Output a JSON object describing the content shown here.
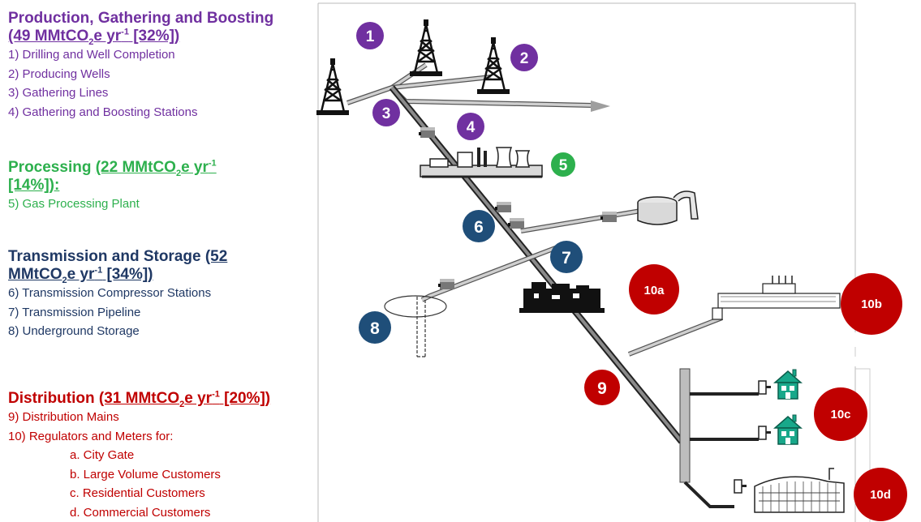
{
  "legend": {
    "production": {
      "title": "Production, Gathering and Boosting",
      "emissions": {
        "a": "(49 MMtCO",
        "sub": "2",
        "b": "e  yr",
        "sup": "-1",
        "c": " [32%])"
      },
      "items": [
        "1)  Drilling and Well Completion",
        "2)  Producing Wells",
        "3)   Gathering Lines",
        "4)   Gathering and Boosting Stations"
      ]
    },
    "processing": {
      "title": "Processing ",
      "emissions": {
        "a": "(22 MMtCO",
        "sub": "2",
        "b": "e yr",
        "sup": "-1",
        "c": ""
      },
      "emissions2": "[14%]):",
      "items": [
        "5)   Gas Processing Plant"
      ]
    },
    "transmission": {
      "title": "Transmission and Storage ",
      "emissions": {
        "a": "(52",
        "sub": "",
        "b": "",
        "sup": "",
        "c": ""
      },
      "emissions2": {
        "a": "MMtCO",
        "sub": "2",
        "b": "e yr",
        "sup": "-1",
        "c": " [34%])"
      },
      "items": [
        "6)   Transmission Compressor Stations",
        "7)   Transmission Pipeline",
        "8)   Underground Storage"
      ]
    },
    "distribution": {
      "title": "Distribution ",
      "emissions": {
        "a": "(31 MMtCO",
        "sub": "2",
        "b": "e yr",
        "sup": "-1",
        "c": " [20%])"
      },
      "items": [
        "9)   Distribution Mains",
        "10) Regulators and Meters for:"
      ],
      "subitems": [
        "a. City Gate",
        "b. Large Volume Customers",
        "c. Residential Customers",
        "d. Commercial Customers"
      ]
    }
  },
  "badges": {
    "b1": "1",
    "b2": "2",
    "b3": "3",
    "b4": "4",
    "b5": "5",
    "b6": "6",
    "b7": "7",
    "b8": "8",
    "b9": "9",
    "b10a": "10a",
    "b10b": "10b",
    "b10c": "10c",
    "b10d": "10d"
  },
  "colors": {
    "purple": "#7030A0",
    "green": "#2DB04D",
    "navy": "#1F3864",
    "red": "#C00000",
    "pipeline": "#9E9E9E",
    "house": "#18A88A"
  }
}
